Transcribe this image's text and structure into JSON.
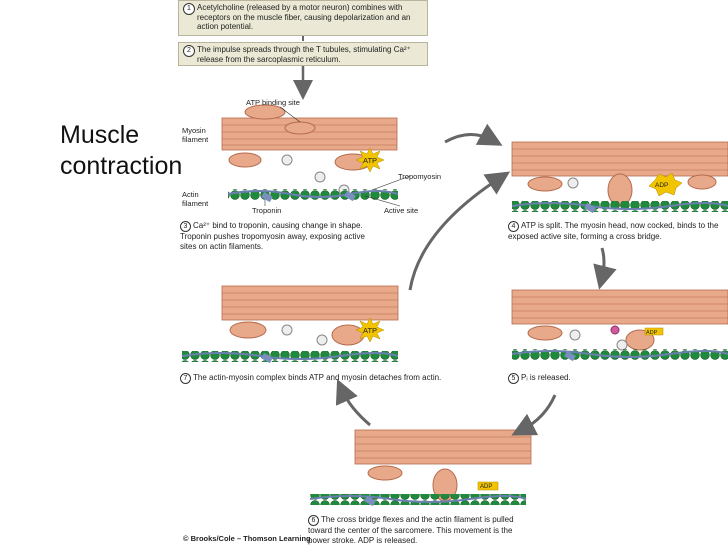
{
  "title_lines": [
    "Muscle",
    "contraction"
  ],
  "steps": {
    "s1": {
      "num": "1",
      "text": "Acetylcholine (released by a motor neuron) combines with receptors on the muscle fiber, causing depolarization and an action potential."
    },
    "s2": {
      "num": "2",
      "text": "The impulse spreads through the T tubules, stimulating Ca²⁺ release from the sarcoplasmic reticulum."
    },
    "s3": {
      "num": "3",
      "text": "Ca²⁺ bind to troponin, causing change in shape. Troponin pushes tropomyosin away, exposing active sites on actin filaments."
    },
    "s4": {
      "num": "4",
      "text": "ATP is split. The myosin head, now cocked, binds to the exposed active site, forming a cross bridge."
    },
    "s5": {
      "num": "5",
      "text": "Pᵢ is released."
    },
    "s6": {
      "num": "6",
      "text": "The cross bridge flexes and the actin filament is pulled toward the center of the sarcomere. This movement is the power stroke. ADP is released."
    },
    "s7": {
      "num": "7",
      "text": "The actin-myosin complex binds ATP and myosin detaches from actin."
    }
  },
  "labels": {
    "atp_binding_site": "ATP binding site",
    "myosin_filament": "Myosin filament",
    "actin_filament": "Actin filament",
    "tropomyosin": "Tropomyosin",
    "troponin": "Troponin",
    "active_site": "Active site"
  },
  "molecules": {
    "atp": "ATP",
    "adp": "ADP",
    "pi": "P",
    "ca": "Ca"
  },
  "credit": "© Brooks/Cole – Thomson Learning",
  "colors": {
    "myosin": "#e8a98a",
    "myosin_stroke": "#b66a4c",
    "actin": "#1f8a3c",
    "tropomyosin": "#6a7fb0",
    "atp_star": "#f2c400",
    "box_bg": "#ebe9d5",
    "arrow": "#666666"
  }
}
